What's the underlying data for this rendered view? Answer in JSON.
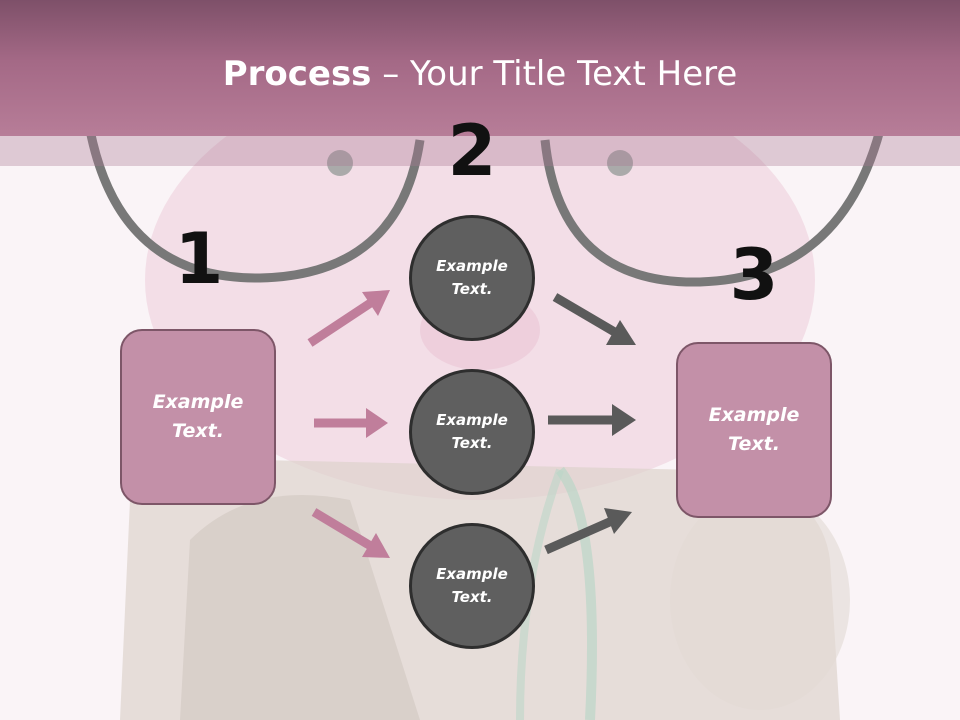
{
  "title": {
    "bold": "Process",
    "rest": " – Your Title Text Here"
  },
  "steps": {
    "one": "1",
    "two": "2",
    "three": "3"
  },
  "boxes": {
    "left": "Example\nText.",
    "right": "Example\nText."
  },
  "circles": [
    "Example\nText.",
    "Example\nText.",
    "Example\nText."
  ],
  "colors": {
    "accent": "#b77d98",
    "box": "#c390a8",
    "circle": "#5f5f5f",
    "pink_arrow": "#c07e9b",
    "gray_arrow": "#5a5a5a"
  }
}
